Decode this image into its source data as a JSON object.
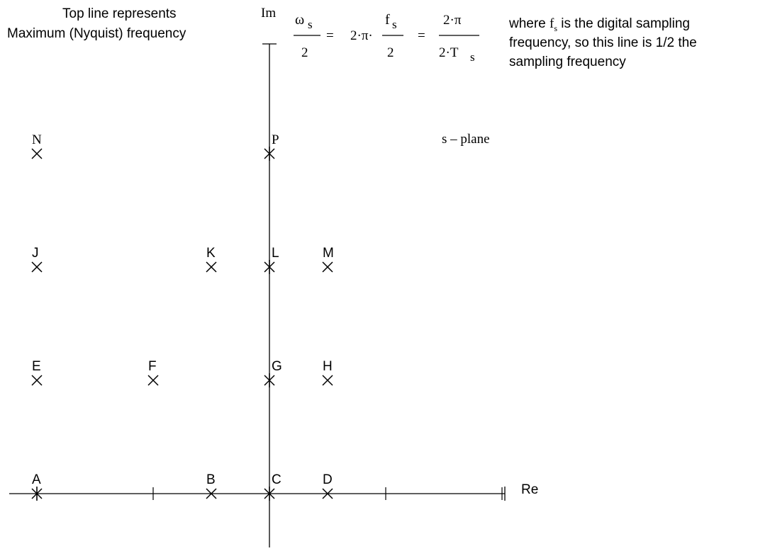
{
  "top_note": {
    "line1": "Top line represents",
    "line2": "Maximum (Nyquist) frequency"
  },
  "axis_labels": {
    "imaginary": "Im",
    "real": "Re"
  },
  "equation": {
    "omega": "ω",
    "s_sub": "s",
    "two": "2",
    "equals": "=",
    "two_pi_dot": "2·π·",
    "f": "f",
    "two_pi": "2·π",
    "two_dot_T": "2·T"
  },
  "explanation": {
    "line1_pre": "where ",
    "f": "f",
    "s_sub": "s",
    "line1_post": " is the digital sampling",
    "line2": "frequency, so this line is 1/2 the",
    "line3": "sampling frequency"
  },
  "plane_label": "s – plane",
  "points": [
    {
      "label": "N",
      "col": -4,
      "row": 3,
      "mark": "x",
      "serif": true
    },
    {
      "label": "P",
      "col": 0,
      "row": 3,
      "mark": "star",
      "serif": true
    },
    {
      "label": "J",
      "col": -4,
      "row": 2,
      "mark": "x"
    },
    {
      "label": "K",
      "col": -1,
      "row": 2,
      "mark": "x"
    },
    {
      "label": "L",
      "col": 0,
      "row": 2,
      "mark": "star"
    },
    {
      "label": "M",
      "col": 1,
      "row": 2,
      "mark": "x"
    },
    {
      "label": "E",
      "col": -4,
      "row": 1,
      "mark": "x"
    },
    {
      "label": "F",
      "col": -2,
      "row": 1,
      "mark": "x"
    },
    {
      "label": "G",
      "col": 0,
      "row": 1,
      "mark": "star"
    },
    {
      "label": "H",
      "col": 1,
      "row": 1,
      "mark": "x"
    },
    {
      "label": "A",
      "col": -4,
      "row": 0,
      "mark": "star"
    },
    {
      "label": "B",
      "col": -1,
      "row": 0,
      "mark": "x"
    },
    {
      "label": "C",
      "col": 0,
      "row": 0,
      "mark": "star"
    },
    {
      "label": "D",
      "col": 1,
      "row": 0,
      "mark": "x"
    }
  ],
  "real_ticks": [
    -4,
    -2,
    2,
    4
  ]
}
